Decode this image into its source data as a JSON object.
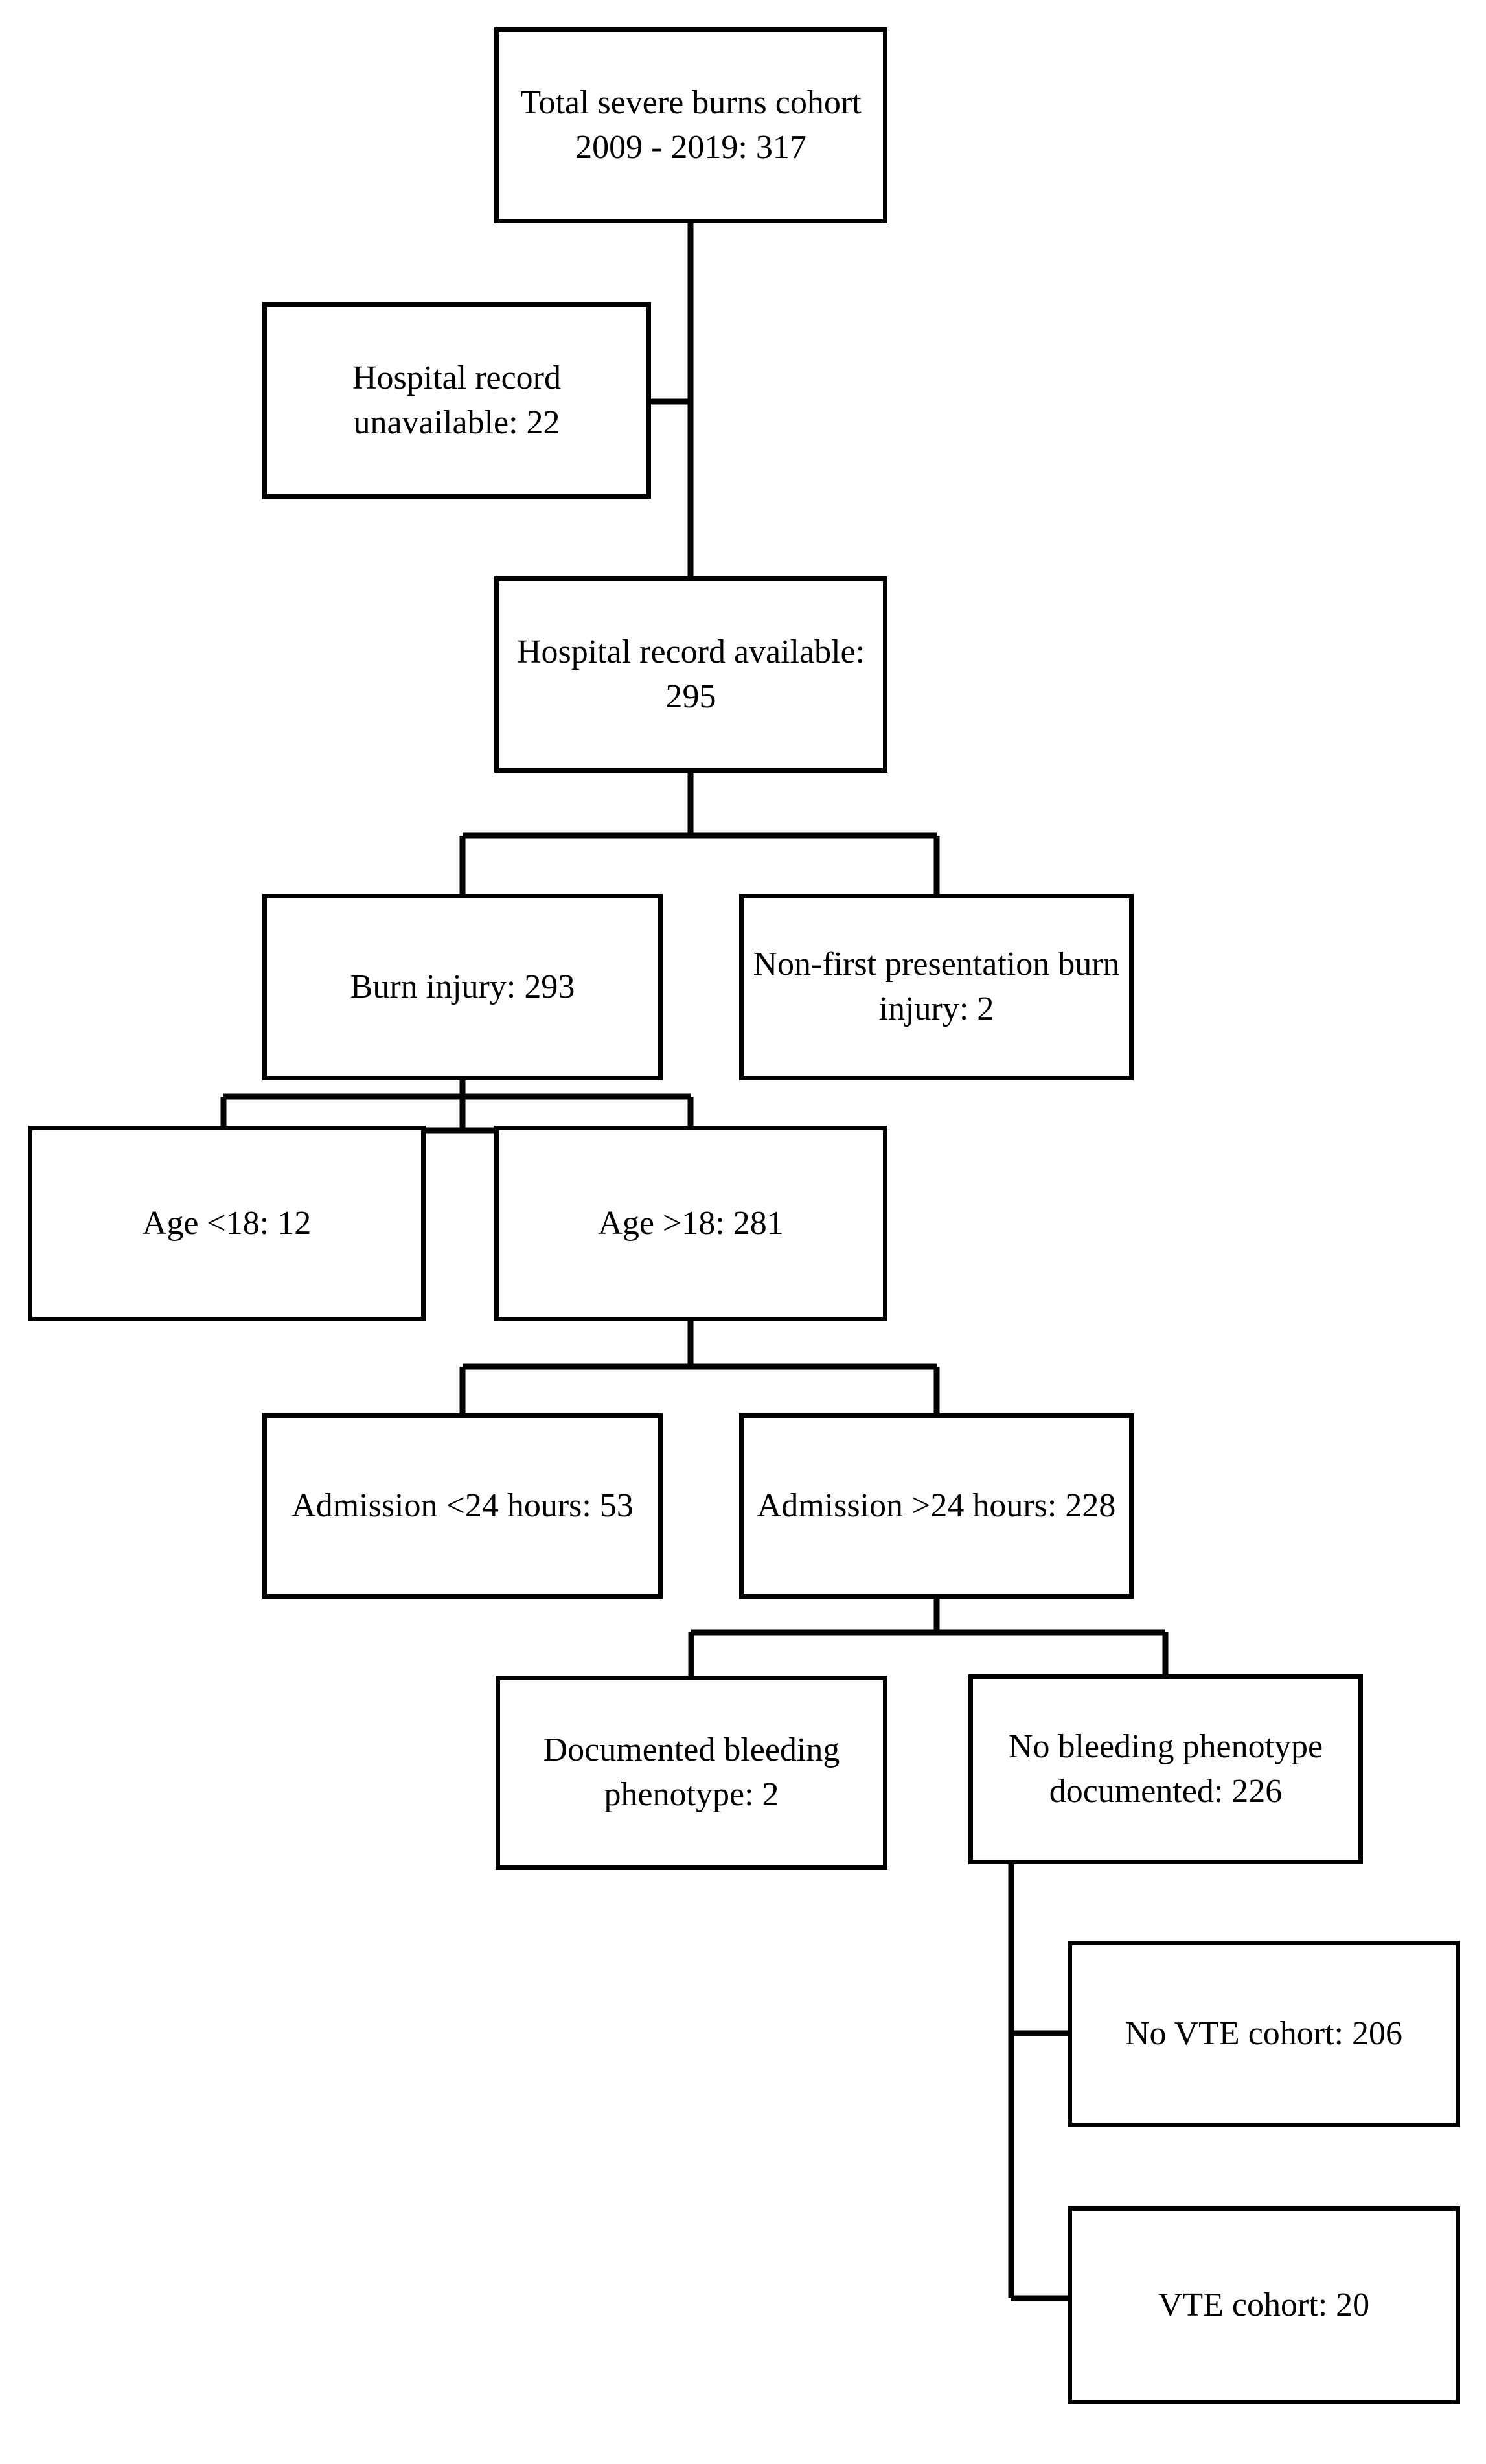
{
  "diagram": {
    "type": "flowchart",
    "title": "Severe burns cohort patient selection flow",
    "line_color": "#000000",
    "box_border_color": "#000000",
    "box_fill_color": "#ffffff",
    "text_color": "#000000",
    "nodes": {
      "total_cohort": {
        "label": "Total severe burns cohort 2009 - 2019: 317",
        "count": 317
      },
      "record_unavailable": {
        "label": "Hospital record unavailable: 22",
        "count": 22
      },
      "record_available": {
        "label": "Hospital record available: 295",
        "count": 295
      },
      "burn_injury": {
        "label": "Burn injury: 293",
        "count": 293
      },
      "non_first_burn": {
        "label": "Non-first presentation burn injury: 2",
        "count": 2
      },
      "age_under_18": {
        "label": "Age <18: 12",
        "count": 12
      },
      "age_over_18": {
        "label": "Age >18: 281",
        "count": 281
      },
      "admission_under_24": {
        "label": "Admission <24 hours: 53",
        "count": 53
      },
      "admission_over_24": {
        "label": "Admission >24 hours: 228",
        "count": 228
      },
      "bleeding_documented": {
        "label": "Documented bleeding phenotype: 2",
        "count": 2
      },
      "bleeding_none": {
        "label": "No bleeding phenotype documented: 226",
        "count": 226
      },
      "no_vte_cohort": {
        "label": "No VTE cohort: 206",
        "count": 206
      },
      "vte_cohort": {
        "label": "VTE cohort: 20",
        "count": 20
      }
    },
    "edges": [
      {
        "from": "total_cohort",
        "to": "record_unavailable",
        "style": "elbow-left"
      },
      {
        "from": "total_cohort",
        "to": "record_available",
        "style": "straight-down"
      },
      {
        "from": "record_available",
        "to": "burn_injury",
        "style": "split-left"
      },
      {
        "from": "record_available",
        "to": "non_first_burn",
        "style": "split-right"
      },
      {
        "from": "burn_injury",
        "to": "age_under_18",
        "style": "split-left"
      },
      {
        "from": "burn_injury",
        "to": "age_over_18",
        "style": "split-right"
      },
      {
        "from": "age_over_18",
        "to": "admission_under_24",
        "style": "split-left"
      },
      {
        "from": "age_over_18",
        "to": "admission_over_24",
        "style": "split-right"
      },
      {
        "from": "admission_over_24",
        "to": "bleeding_documented",
        "style": "split-left"
      },
      {
        "from": "admission_over_24",
        "to": "bleeding_none",
        "style": "split-right"
      },
      {
        "from": "bleeding_none",
        "to": "no_vte_cohort",
        "style": "elbow-right"
      },
      {
        "from": "bleeding_none",
        "to": "vte_cohort",
        "style": "elbow-right"
      }
    ]
  }
}
